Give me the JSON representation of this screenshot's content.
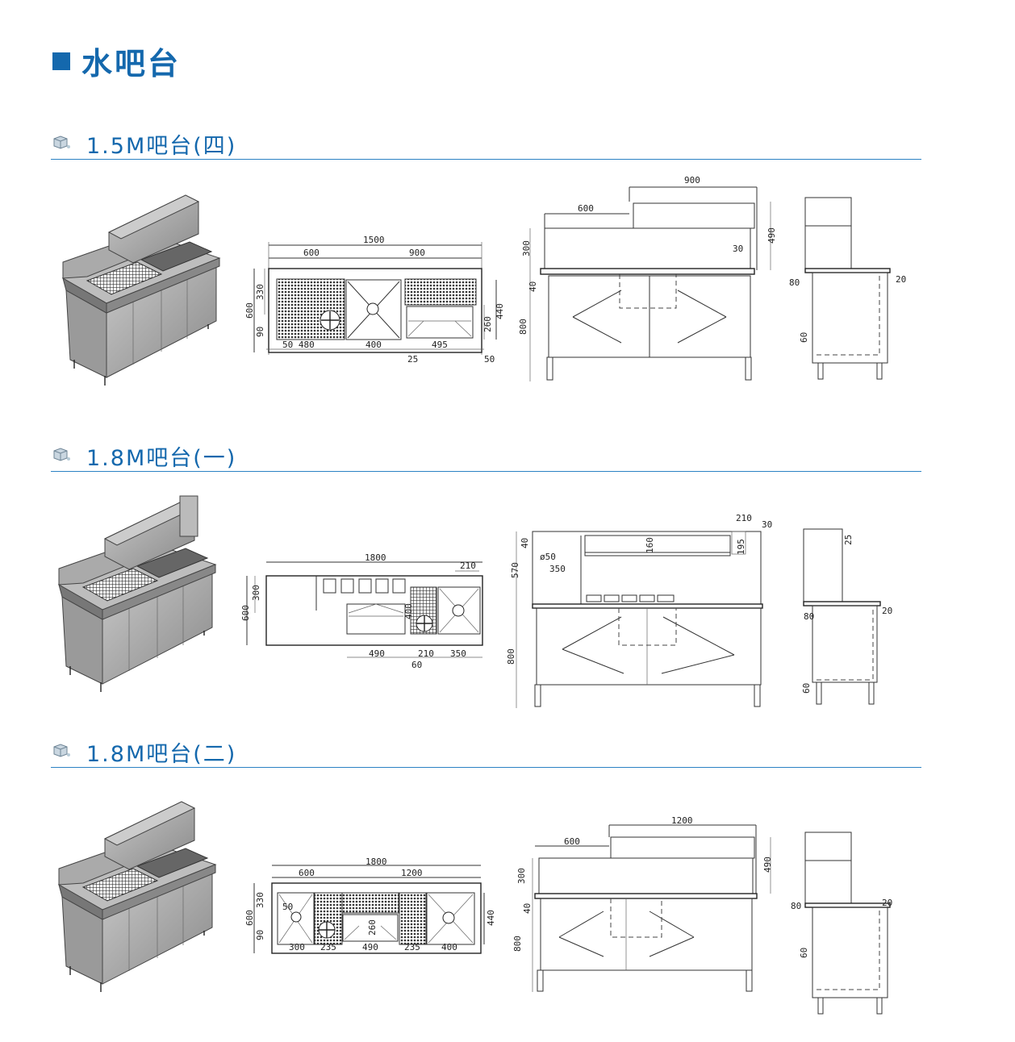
{
  "page": {
    "title": "水吧台",
    "accent": "#1468ad"
  },
  "sections": [
    {
      "title": "1.5M吧台(四)",
      "top_view": {
        "total": "1500",
        "left": "600",
        "right": "900",
        "depth": "600",
        "d330": "330",
        "d90": "90",
        "d440": "440",
        "d260": "260",
        "b50_480": "50 480",
        "b400": "400",
        "b495": "495",
        "b25": "25",
        "b50": "50"
      },
      "front_view": {
        "w900": "900",
        "w600": "600",
        "h300": "300",
        "h490": "490",
        "d30": "30",
        "h40": "40",
        "h800": "800"
      },
      "side_view": {
        "d80": "80",
        "d20": "20",
        "d60": "60"
      }
    },
    {
      "title": "1.8M吧台(一)",
      "top_view": {
        "total": "1800",
        "w210": "210",
        "d300": "300",
        "depth": "600",
        "d400": "400",
        "b490": "490",
        "b210": "210",
        "b350": "350",
        "b60": "60"
      },
      "front_view": {
        "w210": "210",
        "d30": "30",
        "h40": "40",
        "h160": "160",
        "h195": "195",
        "phi50": "ø50",
        "w350": "350",
        "h570": "570",
        "h800": "800"
      },
      "side_view": {
        "d25": "25",
        "d80": "80",
        "d20": "20",
        "d60": "60"
      }
    },
    {
      "title": "1.8M吧台(二)",
      "top_view": {
        "total": "1800",
        "left": "600",
        "right": "1200",
        "d330": "330",
        "depth": "600",
        "d90": "90",
        "d440": "440",
        "d50": "50",
        "d260": "260",
        "b300": "300",
        "b235a": "235",
        "b490": "490",
        "b235b": "235",
        "b400": "400"
      },
      "front_view": {
        "w1200": "1200",
        "w600": "600",
        "h300": "300",
        "h490": "490",
        "h40": "40",
        "h800": "800"
      },
      "side_view": {
        "d80": "80",
        "d20": "20",
        "d60": "60"
      }
    }
  ]
}
